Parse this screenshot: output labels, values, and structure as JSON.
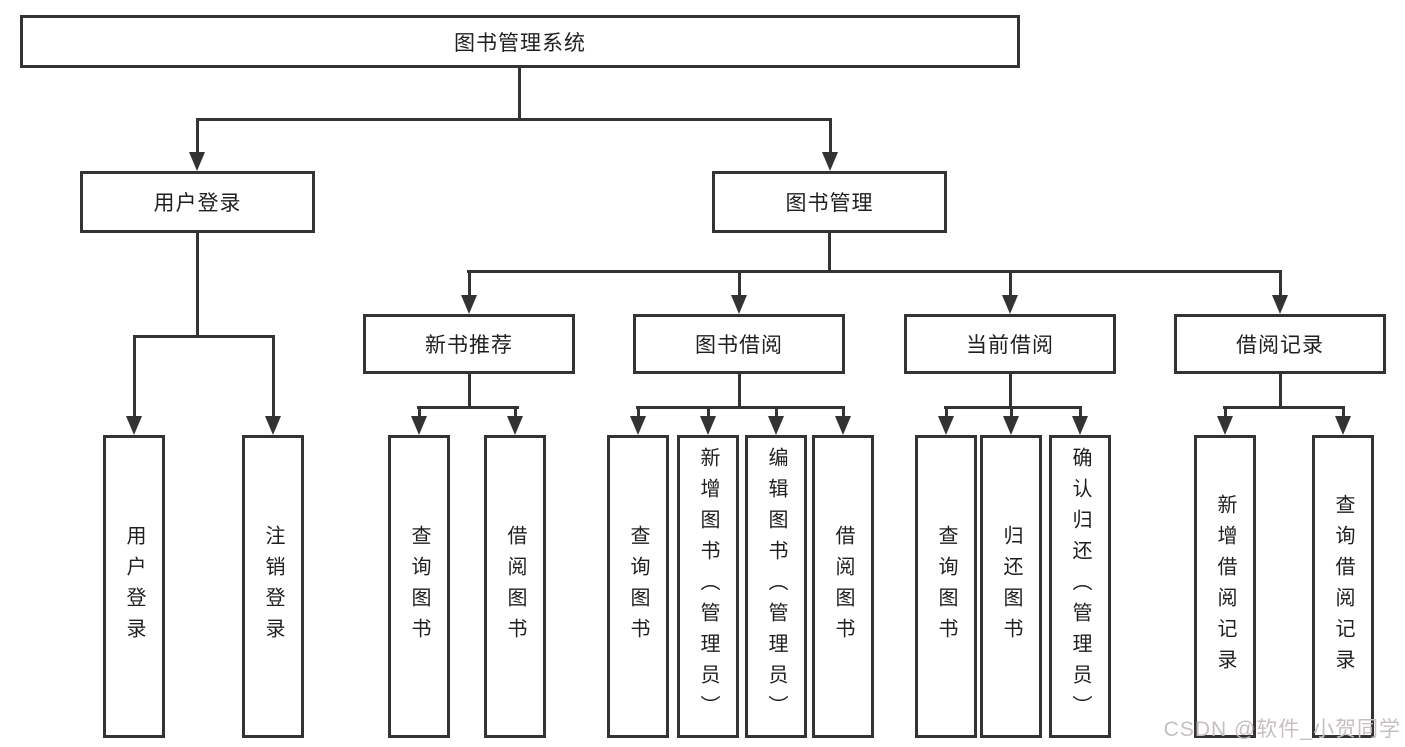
{
  "tree": {
    "label": "图书管理系统",
    "children": [
      {
        "label": "用户登录",
        "children": [
          {
            "label": "用户登录"
          },
          {
            "label": "注销登录"
          }
        ]
      },
      {
        "label": "图书管理",
        "children": [
          {
            "label": "新书推荐",
            "children": [
              {
                "label": "查询图书"
              },
              {
                "label": "借阅图书"
              }
            ]
          },
          {
            "label": "图书借阅",
            "children": [
              {
                "label": "查询图书"
              },
              {
                "label": "新增图书（管理员）"
              },
              {
                "label": "编辑图书（管理员）"
              },
              {
                "label": "借阅图书"
              }
            ]
          },
          {
            "label": "当前借阅",
            "children": [
              {
                "label": "查询图书"
              },
              {
                "label": "归还图书"
              },
              {
                "label": "确认归还（管理员）"
              }
            ]
          },
          {
            "label": "借阅记录",
            "children": [
              {
                "label": "新增借阅记录"
              },
              {
                "label": "查询借阅记录"
              }
            ]
          }
        ]
      }
    ]
  },
  "watermark": "CSDN @软件_小贺同学",
  "colors": {
    "line": "#333333",
    "text": "#1f1f1f",
    "background": "#ffffff",
    "watermark": "#c5bfbf"
  }
}
